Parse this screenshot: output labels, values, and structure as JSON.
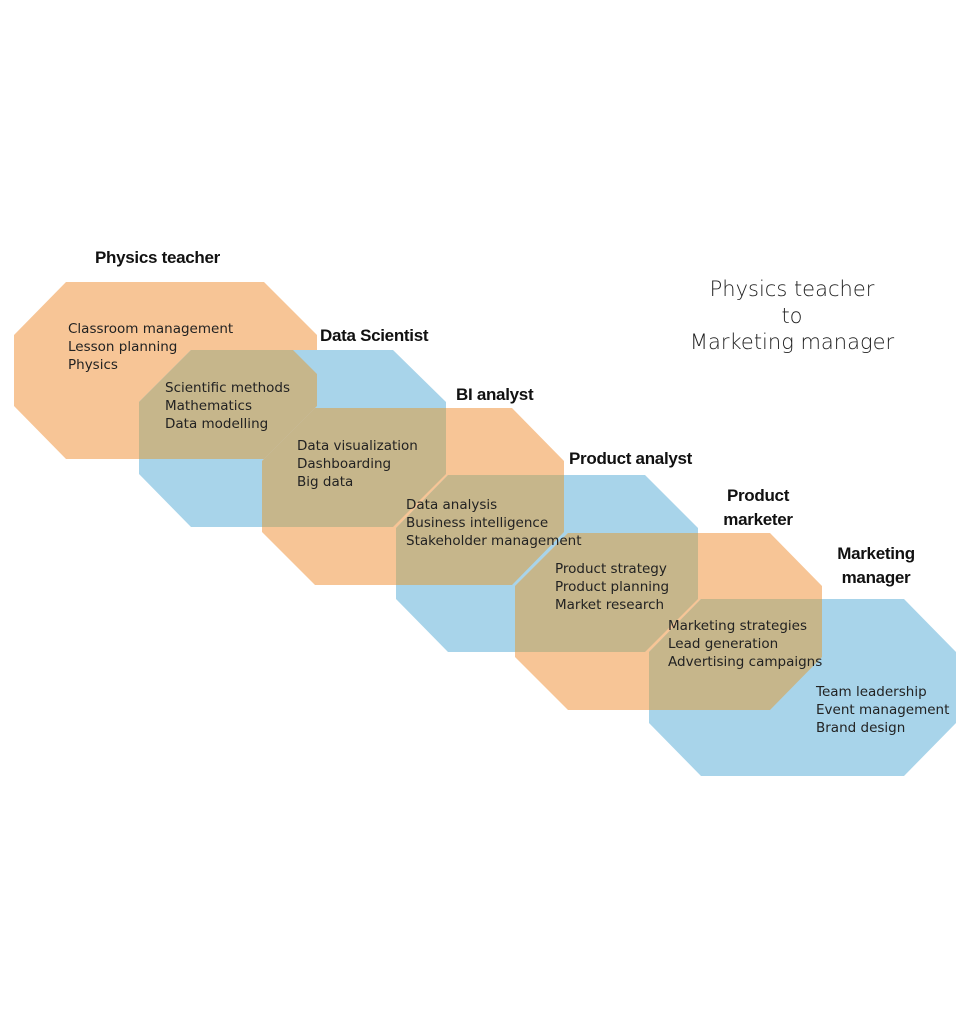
{
  "title": {
    "line1": "Physics teacher",
    "line2": "to",
    "line3": "Marketing manager"
  },
  "colors": {
    "orange": "#f7c596",
    "blue": "#a8d4ea",
    "overlap": "#c6b68b"
  },
  "roles": [
    {
      "name": "Physics teacher",
      "color": "orange",
      "skills": [
        "Classroom management",
        "Lesson planning",
        "Physics"
      ]
    },
    {
      "name": "Data Scientist",
      "color": "blue",
      "skills": [
        "Scientific methods",
        "Mathematics",
        "Data modelling"
      ]
    },
    {
      "name": "BI analyst",
      "color": "orange",
      "skills": [
        "Data visualization",
        "Dashboarding",
        "Big data"
      ]
    },
    {
      "name": "Product analyst",
      "color": "blue",
      "skills": [
        "Data analysis",
        "Business intelligence",
        "Stakeholder management"
      ]
    },
    {
      "name_line1": "Product",
      "name_line2": "marketer",
      "color": "orange",
      "skills": [
        "Product strategy",
        "Product planning",
        "Market research"
      ]
    },
    {
      "name_line1": "Marketing",
      "name_line2": "manager",
      "color": "blue",
      "skills": [
        "Marketing strategies",
        "Lead generation",
        "Advertising campaigns"
      ]
    }
  ],
  "final_skills": [
    "Team leadership",
    "Event management",
    "Brand design"
  ]
}
